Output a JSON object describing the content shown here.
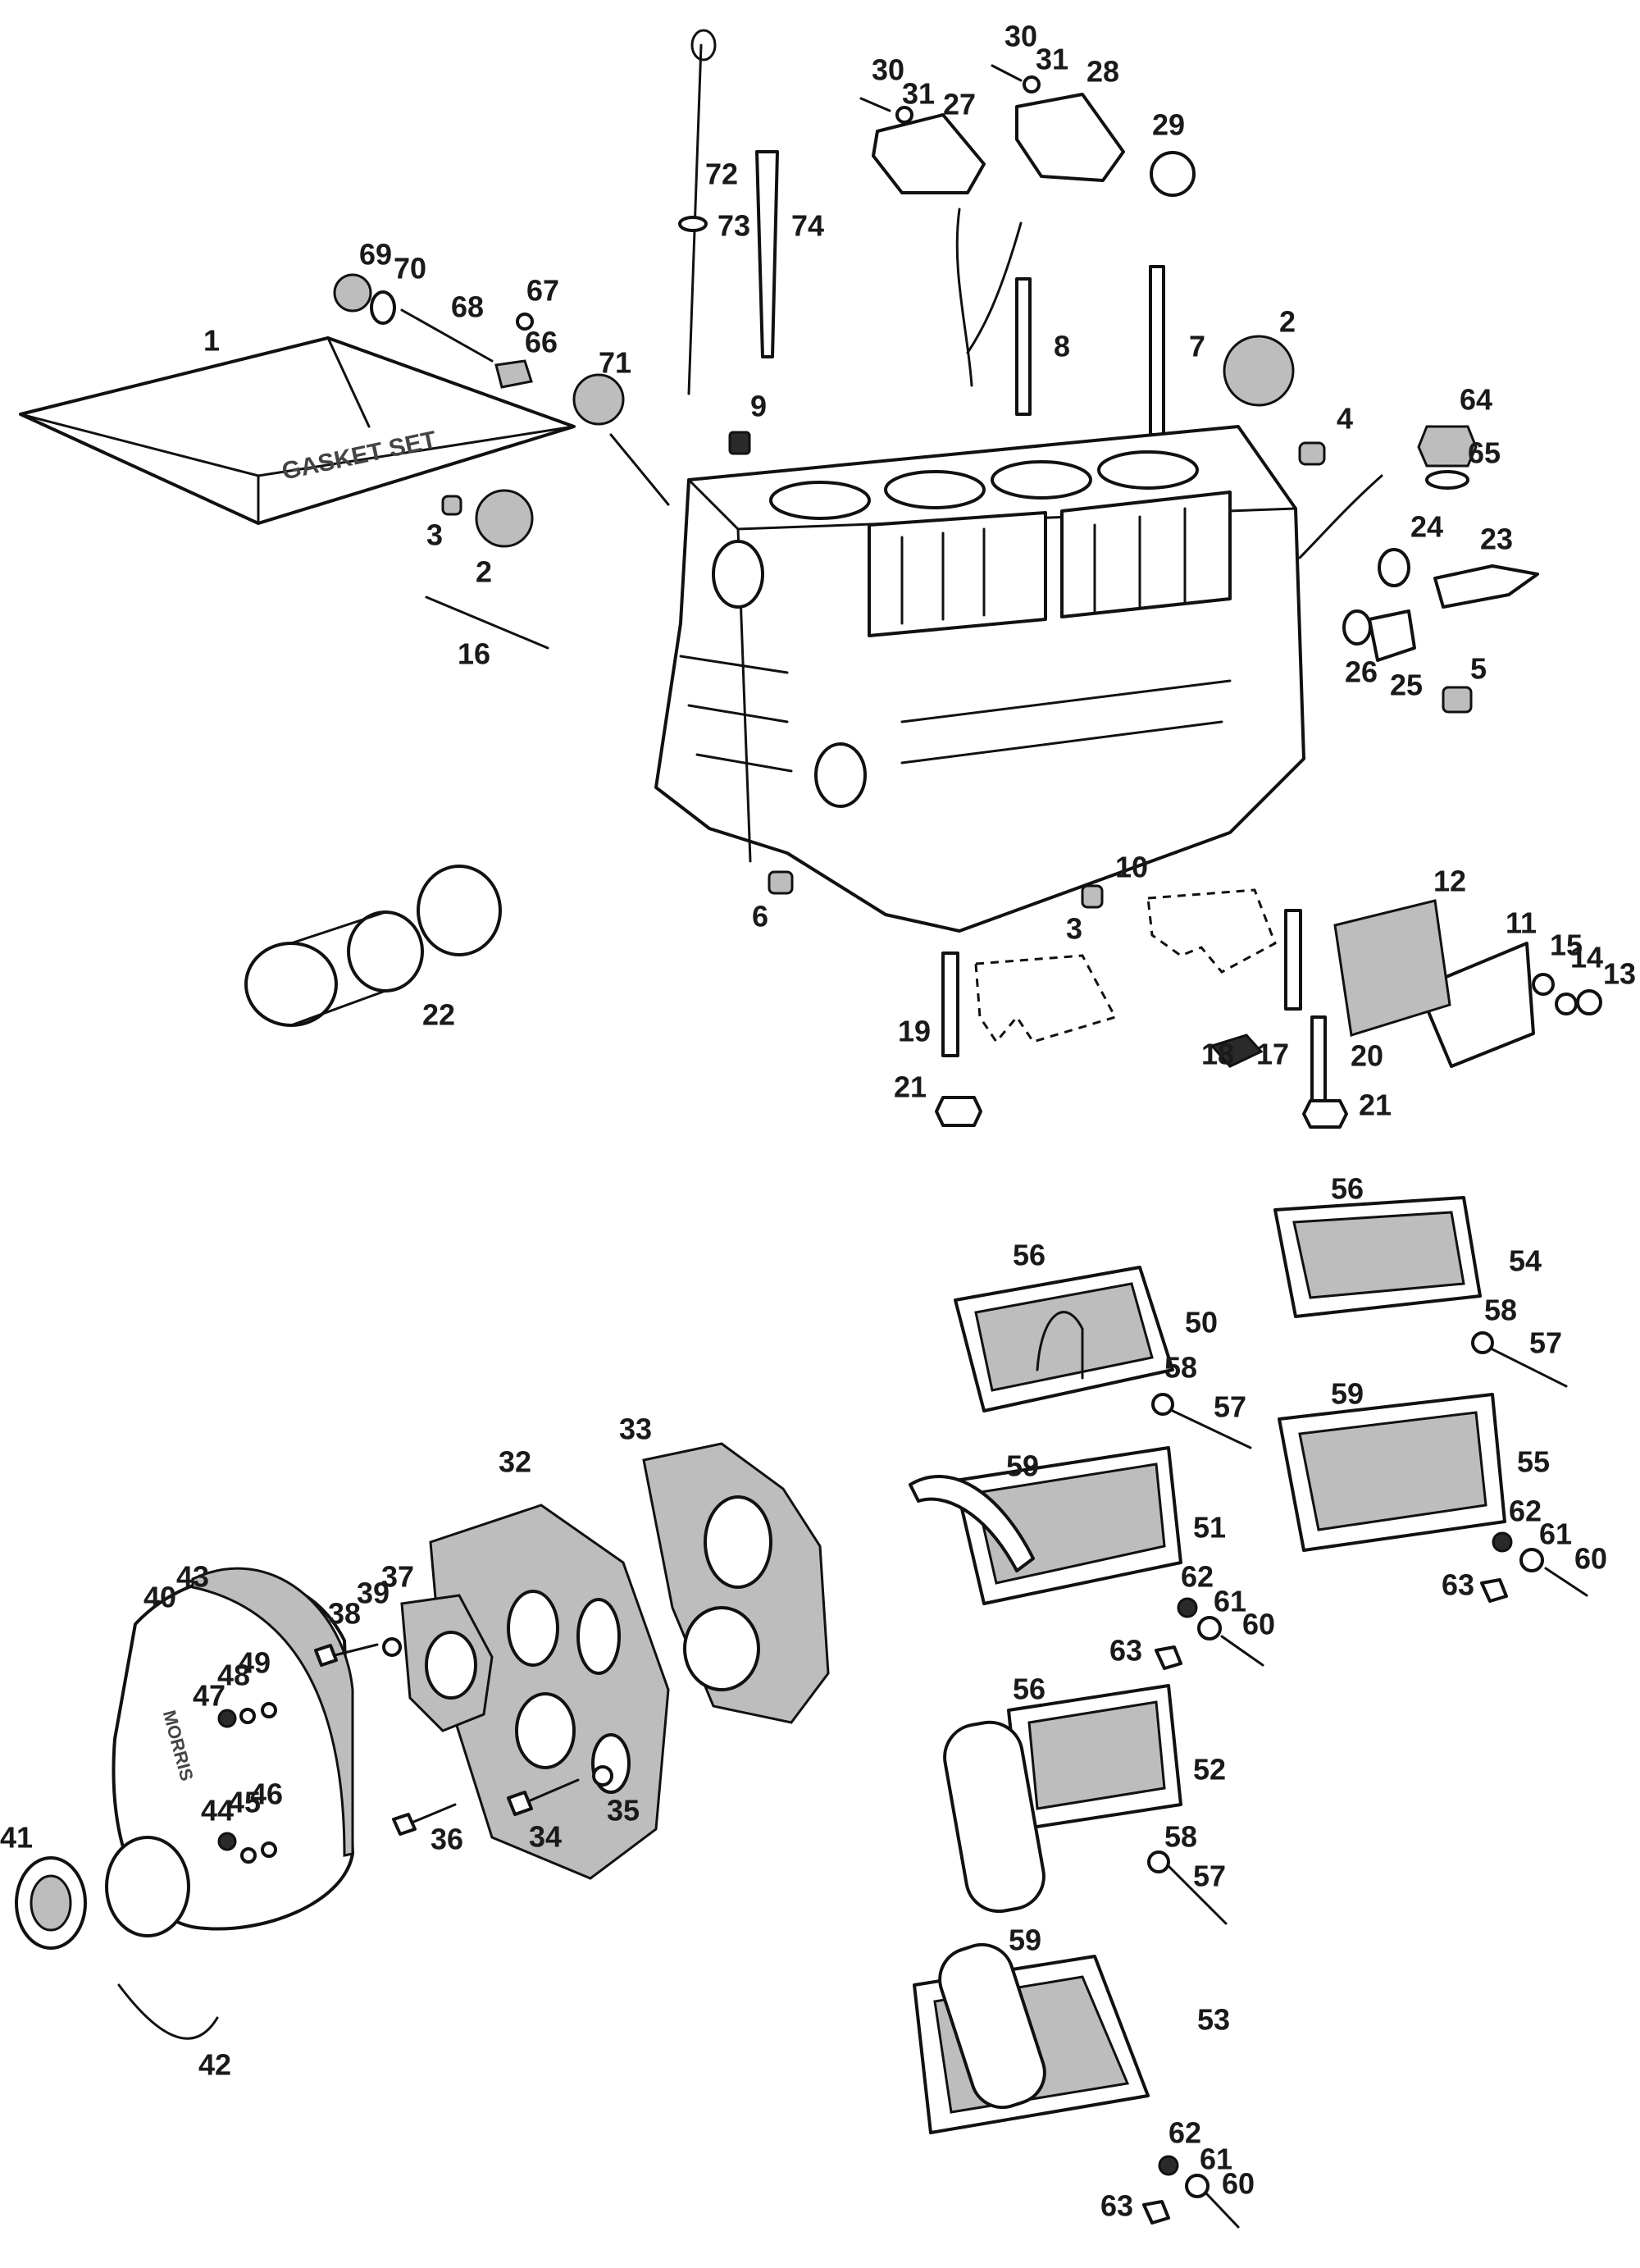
{
  "parts": [
    {
      "id": "label-1",
      "text": "1"
    },
    {
      "id": "label-2a",
      "text": "2"
    },
    {
      "id": "label-2b",
      "text": "2"
    },
    {
      "id": "label-3a",
      "text": "3"
    },
    {
      "id": "label-3b",
      "text": "3"
    },
    {
      "id": "label-4",
      "text": "4"
    },
    {
      "id": "label-5",
      "text": "5"
    },
    {
      "id": "label-6",
      "text": "6"
    },
    {
      "id": "label-7",
      "text": "7"
    },
    {
      "id": "label-8",
      "text": "8"
    },
    {
      "id": "label-9",
      "text": "9"
    },
    {
      "id": "label-10",
      "text": "10"
    },
    {
      "id": "label-11",
      "text": "11"
    },
    {
      "id": "label-12",
      "text": "12"
    },
    {
      "id": "label-13",
      "text": "13"
    },
    {
      "id": "label-14",
      "text": "14"
    },
    {
      "id": "label-15",
      "text": "15"
    },
    {
      "id": "label-16",
      "text": "16"
    },
    {
      "id": "label-17",
      "text": "17"
    },
    {
      "id": "label-18",
      "text": "18"
    },
    {
      "id": "label-19",
      "text": "19"
    },
    {
      "id": "label-20",
      "text": "20"
    },
    {
      "id": "label-21a",
      "text": "21"
    },
    {
      "id": "label-21b",
      "text": "21"
    },
    {
      "id": "label-22",
      "text": "22"
    },
    {
      "id": "label-23",
      "text": "23"
    },
    {
      "id": "label-24",
      "text": "24"
    },
    {
      "id": "label-25",
      "text": "25"
    },
    {
      "id": "label-26",
      "text": "26"
    },
    {
      "id": "label-27",
      "text": "27"
    },
    {
      "id": "label-28",
      "text": "28"
    },
    {
      "id": "label-29",
      "text": "29"
    },
    {
      "id": "label-30a",
      "text": "30"
    },
    {
      "id": "label-30b",
      "text": "30"
    },
    {
      "id": "label-31a",
      "text": "31"
    },
    {
      "id": "label-31b",
      "text": "31"
    },
    {
      "id": "label-32",
      "text": "32"
    },
    {
      "id": "label-33",
      "text": "33"
    },
    {
      "id": "label-34",
      "text": "34"
    },
    {
      "id": "label-35",
      "text": "35"
    },
    {
      "id": "label-36",
      "text": "36"
    },
    {
      "id": "label-37",
      "text": "37"
    },
    {
      "id": "label-38",
      "text": "38"
    },
    {
      "id": "label-39",
      "text": "39"
    },
    {
      "id": "label-40",
      "text": "40"
    },
    {
      "id": "label-41",
      "text": "41"
    },
    {
      "id": "label-42",
      "text": "42"
    },
    {
      "id": "label-43",
      "text": "43"
    },
    {
      "id": "label-44",
      "text": "44"
    },
    {
      "id": "label-45",
      "text": "45"
    },
    {
      "id": "label-46",
      "text": "46"
    },
    {
      "id": "label-47",
      "text": "47"
    },
    {
      "id": "label-48",
      "text": "48"
    },
    {
      "id": "label-49",
      "text": "49"
    },
    {
      "id": "label-50",
      "text": "50"
    },
    {
      "id": "label-51",
      "text": "51"
    },
    {
      "id": "label-52",
      "text": "52"
    },
    {
      "id": "label-53",
      "text": "53"
    },
    {
      "id": "label-54",
      "text": "54"
    },
    {
      "id": "label-55",
      "text": "55"
    },
    {
      "id": "label-56a",
      "text": "56"
    },
    {
      "id": "label-56b",
      "text": "56"
    },
    {
      "id": "label-56c",
      "text": "56"
    },
    {
      "id": "label-57a",
      "text": "57"
    },
    {
      "id": "label-57b",
      "text": "57"
    },
    {
      "id": "label-57c",
      "text": "57"
    },
    {
      "id": "label-58a",
      "text": "58"
    },
    {
      "id": "label-58b",
      "text": "58"
    },
    {
      "id": "label-58c",
      "text": "58"
    },
    {
      "id": "label-59a",
      "text": "59"
    },
    {
      "id": "label-59b",
      "text": "59"
    },
    {
      "id": "label-59c",
      "text": "59"
    },
    {
      "id": "label-60a",
      "text": "60"
    },
    {
      "id": "label-60b",
      "text": "60"
    },
    {
      "id": "label-60c",
      "text": "60"
    },
    {
      "id": "label-61a",
      "text": "61"
    },
    {
      "id": "label-61b",
      "text": "61"
    },
    {
      "id": "label-61c",
      "text": "61"
    },
    {
      "id": "label-62a",
      "text": "62"
    },
    {
      "id": "label-62b",
      "text": "62"
    },
    {
      "id": "label-62c",
      "text": "62"
    },
    {
      "id": "label-63a",
      "text": "63"
    },
    {
      "id": "label-63b",
      "text": "63"
    },
    {
      "id": "label-63c",
      "text": "63"
    },
    {
      "id": "label-64",
      "text": "64"
    },
    {
      "id": "label-65",
      "text": "65"
    },
    {
      "id": "label-66",
      "text": "66"
    },
    {
      "id": "label-67",
      "text": "67"
    },
    {
      "id": "label-68",
      "text": "68"
    },
    {
      "id": "label-69",
      "text": "69"
    },
    {
      "id": "label-70",
      "text": "70"
    },
    {
      "id": "label-71",
      "text": "71"
    },
    {
      "id": "label-72",
      "text": "72"
    },
    {
      "id": "label-73",
      "text": "73"
    },
    {
      "id": "label-74",
      "text": "74"
    }
  ],
  "stamps": {
    "gasket_set": "GASKET SET",
    "timing_cover": "MORRIS"
  }
}
